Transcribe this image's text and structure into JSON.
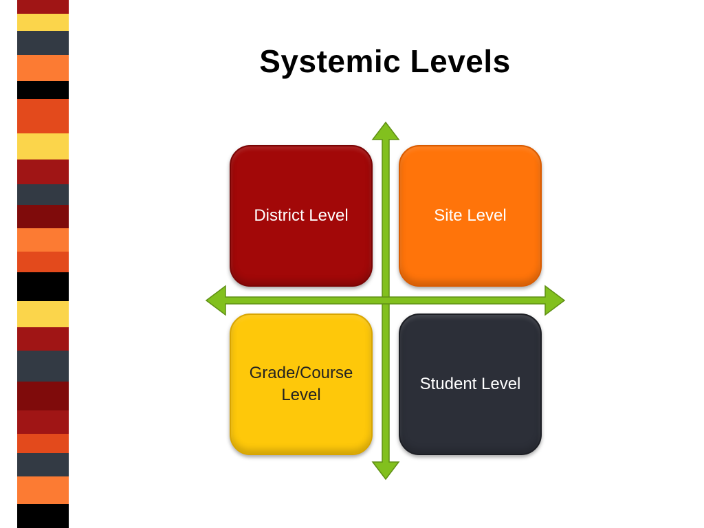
{
  "slide": {
    "title": "Systemic Levels"
  },
  "stripes": [
    {
      "color": "#a01515",
      "h": 20
    },
    {
      "color": "#fbd54b",
      "h": 25
    },
    {
      "color": "#333a44",
      "h": 35
    },
    {
      "color": "#fc7b33",
      "h": 38
    },
    {
      "color": "#000000",
      "h": 26
    },
    {
      "color": "#e34a1c",
      "h": 50
    },
    {
      "color": "#fbd54b",
      "h": 38
    },
    {
      "color": "#a01515",
      "h": 36
    },
    {
      "color": "#333a44",
      "h": 30
    },
    {
      "color": "#7f0b0b",
      "h": 34
    },
    {
      "color": "#fc7b33",
      "h": 34
    },
    {
      "color": "#e34a1c",
      "h": 30
    },
    {
      "color": "#000000",
      "h": 42
    },
    {
      "color": "#fbd54b",
      "h": 38
    },
    {
      "color": "#a01515",
      "h": 34
    },
    {
      "color": "#333a44",
      "h": 45
    },
    {
      "color": "#7f0b0b",
      "h": 42
    },
    {
      "color": "#a01515",
      "h": 34
    },
    {
      "color": "#e34a1c",
      "h": 28
    },
    {
      "color": "#333a44",
      "h": 34
    },
    {
      "color": "#fc7b33",
      "h": 40
    },
    {
      "color": "#000000",
      "h": 41
    }
  ],
  "axis": {
    "color": "#82c01e",
    "outline": "#5f8f14"
  },
  "quadrants": [
    {
      "id": "district",
      "lines": [
        "District Level"
      ],
      "bg": "#a20808",
      "border": "#7a0404",
      "text_color": "#ffffff"
    },
    {
      "id": "site",
      "lines": [
        "Site Level"
      ],
      "bg": "#ff740a",
      "border": "#d95b00",
      "text_color": "#ffffff"
    },
    {
      "id": "grade-course",
      "lines": [
        "Grade/Course",
        "Level"
      ],
      "bg": "#fec80a",
      "border": "#d9a500",
      "text_color": "#222222"
    },
    {
      "id": "student",
      "lines": [
        "Student Level"
      ],
      "bg": "#2c2f38",
      "border": "#1c1e24",
      "text_color": "#ffffff"
    }
  ]
}
